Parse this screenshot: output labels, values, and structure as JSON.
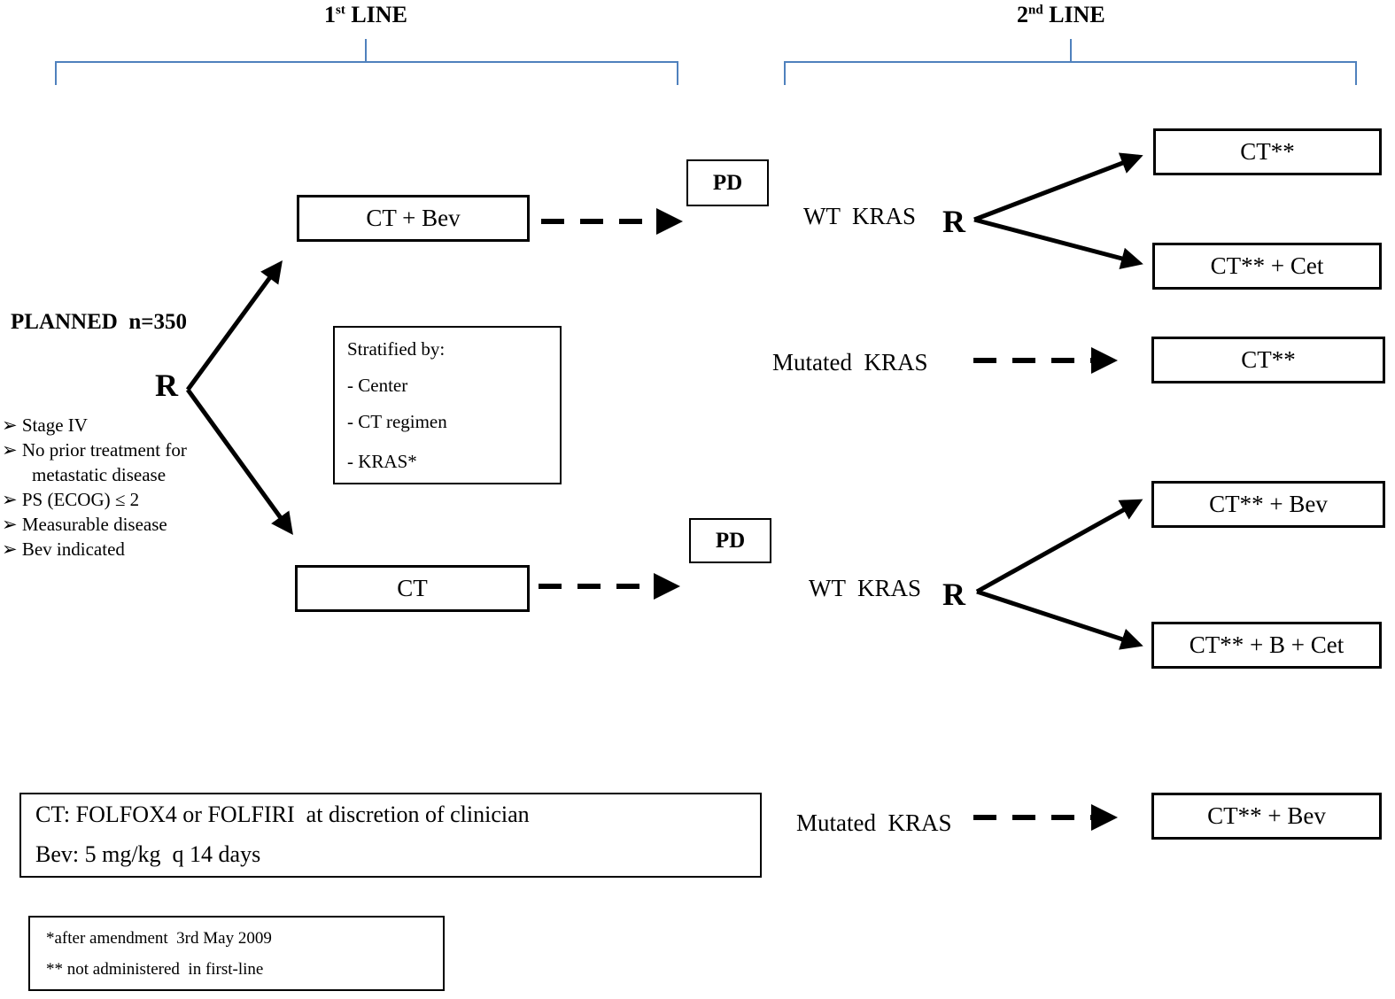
{
  "headers": {
    "first_line": {
      "num": "1",
      "sup": "st",
      "text": " LINE"
    },
    "second_line": {
      "num": "2",
      "sup": "nd",
      "text": " LINE"
    }
  },
  "planned": "PLANNED  n=350",
  "randomize_symbol": "R",
  "eligibility": [
    "Stage IV",
    "No prior treatment for",
    "metastatic disease",
    "PS (ECOG) ≤ 2",
    "Measurable disease",
    "Bev indicated"
  ],
  "first_line_arms": {
    "ct_bev": "CT + Bev",
    "ct": "CT"
  },
  "stratification": {
    "title": "Stratified by:",
    "items": [
      "- Center",
      "- CT regimen",
      "- KRAS*"
    ]
  },
  "pd_label": "PD",
  "kras": {
    "wt": "WT  KRAS",
    "mutated": "Mutated  KRAS"
  },
  "second_line_arms": {
    "upper_wt_a": "CT**",
    "upper_wt_b": "CT** + Cet",
    "upper_mut": "CT**",
    "lower_wt_a": "CT** + Bev",
    "lower_wt_b": "CT** + B  + Cet",
    "lower_mut": "CT** + Bev"
  },
  "legend": {
    "ct": "CT: FOLFOX4 or FOLFIRI  at discretion of clinician",
    "bev": "Bev: 5 mg/kg  q 14 days"
  },
  "footnotes": {
    "amendment_mark": "*",
    "amendment": "after amendment  3rd May 2009",
    "not_admin_mark": "**",
    "not_admin": " not administered  in first-line"
  },
  "colors": {
    "bracket": "#4f81bd",
    "lines": "#000000"
  }
}
